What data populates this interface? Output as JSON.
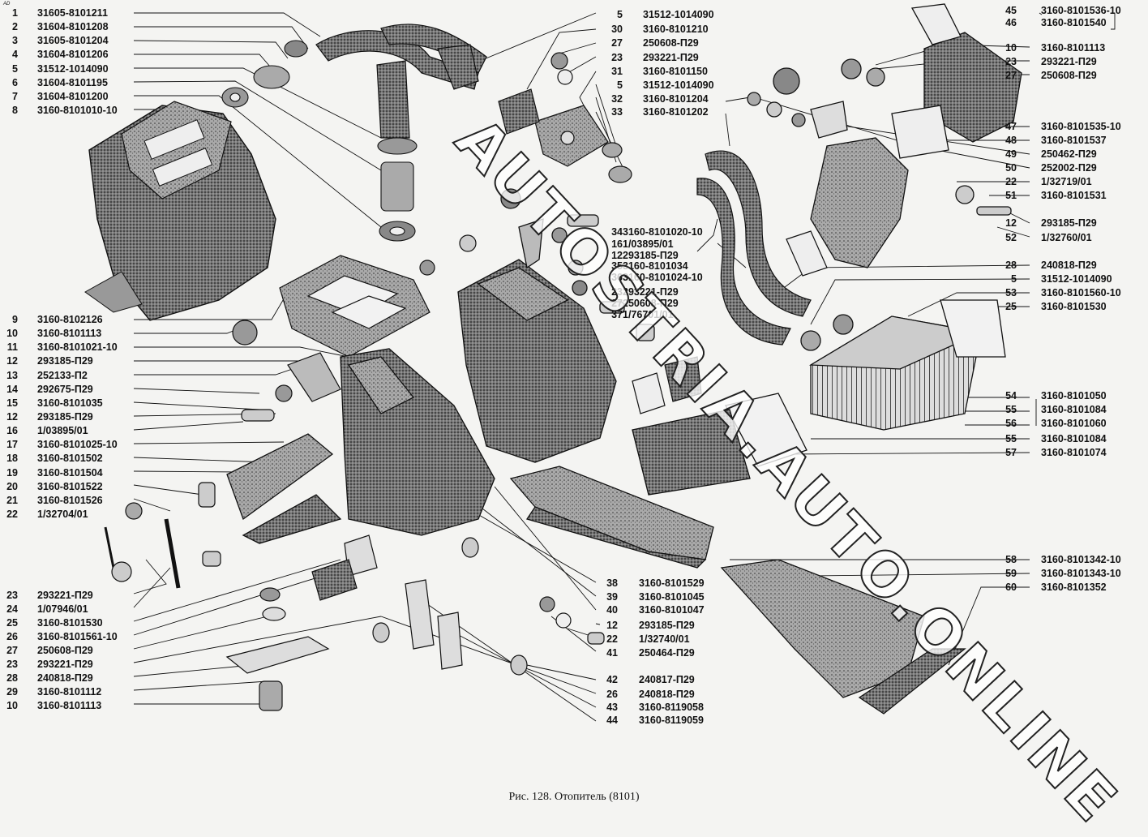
{
  "corner_mark": "AD",
  "caption": "Рис. 128. Отопитель (8101)",
  "watermark": "AUTOSTRIA.AUTO.ONLINE",
  "left_labels": [
    {
      "num": "1",
      "code": "31605-8101211"
    },
    {
      "num": "2",
      "code": "31604-8101208"
    },
    {
      "num": "3",
      "code": "31605-8101204"
    },
    {
      "num": "4",
      "code": "31604-8101206"
    },
    {
      "num": "5",
      "code": "31512-1014090"
    },
    {
      "num": "6",
      "code": "31604-8101195"
    },
    {
      "num": "7",
      "code": "31604-8101200"
    },
    {
      "num": "8",
      "code": "3160-8101010-10"
    },
    {
      "num": "9",
      "code": "3160-8102126"
    },
    {
      "num": "10",
      "code": "3160-8101113"
    },
    {
      "num": "11",
      "code": "3160-8101021-10"
    },
    {
      "num": "12",
      "code": "293185-П29"
    },
    {
      "num": "13",
      "code": "252133-П2"
    },
    {
      "num": "14",
      "code": "292675-П29"
    },
    {
      "num": "15",
      "code": "3160-8101035"
    },
    {
      "num": "12",
      "code": "293185-П29"
    },
    {
      "num": "16",
      "code": "1/03895/01"
    },
    {
      "num": "17",
      "code": "3160-8101025-10"
    },
    {
      "num": "18",
      "code": "3160-8101502"
    },
    {
      "num": "19",
      "code": "3160-8101504"
    },
    {
      "num": "20",
      "code": "3160-8101522"
    },
    {
      "num": "21",
      "code": "3160-8101526"
    },
    {
      "num": "22",
      "code": "1/32704/01"
    },
    {
      "num": "23",
      "code": "293221-П29"
    },
    {
      "num": "24",
      "code": "1/07946/01"
    },
    {
      "num": "25",
      "code": "3160-8101530"
    },
    {
      "num": "26",
      "code": "3160-8101561-10"
    },
    {
      "num": "27",
      "code": "250608-П29"
    },
    {
      "num": "23",
      "code": "293221-П29"
    },
    {
      "num": "28",
      "code": "240818-П29"
    },
    {
      "num": "29",
      "code": "3160-8101112"
    },
    {
      "num": "10",
      "code": "3160-8101113"
    }
  ],
  "mid_top_labels": [
    {
      "num": "5",
      "code": "31512-1014090"
    },
    {
      "num": "30",
      "code": "3160-8101210"
    },
    {
      "num": "27",
      "code": "250608-П29"
    },
    {
      "num": "23",
      "code": "293221-П29"
    },
    {
      "num": "31",
      "code": "3160-8101150"
    },
    {
      "num": "5",
      "code": "31512-1014090"
    },
    {
      "num": "32",
      "code": "3160-8101204"
    },
    {
      "num": "33",
      "code": "3160-8101202"
    }
  ],
  "mid_labels": [
    {
      "num": "34",
      "code": "3160-8101020-10"
    },
    {
      "num": "16",
      "code": "1/03895/01"
    },
    {
      "num": "12",
      "code": "293185-П29"
    },
    {
      "num": "35",
      "code": "3160-8101034"
    },
    {
      "num": "36",
      "code": "3160-8101024-10"
    },
    {
      "num": "23",
      "code": "293221-П29"
    },
    {
      "num": "27",
      "code": "250608-П29"
    },
    {
      "num": "37",
      "code": "1/76701/01"
    }
  ],
  "bottom_mid_labels": [
    {
      "num": "38",
      "code": "3160-8101529"
    },
    {
      "num": "39",
      "code": "3160-8101045"
    },
    {
      "num": "40",
      "code": "3160-8101047"
    },
    {
      "num": "12",
      "code": "293185-П29"
    },
    {
      "num": "22",
      "code": "1/32740/01"
    },
    {
      "num": "41",
      "code": "250464-П29"
    },
    {
      "num": "42",
      "code": "240817-П29"
    },
    {
      "num": "26",
      "code": "240818-П29"
    },
    {
      "num": "43",
      "code": "3160-8119058"
    },
    {
      "num": "44",
      "code": "3160-8119059"
    }
  ],
  "right_labels": [
    {
      "num": "45",
      "code": "3160-8101536-10"
    },
    {
      "num": "46",
      "code": "3160-8101540"
    },
    {
      "num": "10",
      "code": "3160-8101113"
    },
    {
      "num": "23",
      "code": "293221-П29"
    },
    {
      "num": "27",
      "code": "250608-П29"
    },
    {
      "num": "47",
      "code": "3160-8101535-10"
    },
    {
      "num": "48",
      "code": "3160-8101537"
    },
    {
      "num": "49",
      "code": "250462-П29"
    },
    {
      "num": "50",
      "code": "252002-П29"
    },
    {
      "num": "22",
      "code": "1/32719/01"
    },
    {
      "num": "51",
      "code": "3160-8101531"
    },
    {
      "num": "12",
      "code": "293185-П29"
    },
    {
      "num": "52",
      "code": "1/32760/01"
    },
    {
      "num": "28",
      "code": "240818-П29"
    },
    {
      "num": "5",
      "code": "31512-1014090"
    },
    {
      "num": "53",
      "code": "3160-8101560-10"
    },
    {
      "num": "25",
      "code": "3160-8101530"
    },
    {
      "num": "54",
      "code": "3160-8101050"
    },
    {
      "num": "55",
      "code": "3160-8101084"
    },
    {
      "num": "56",
      "code": "3160-8101060"
    },
    {
      "num": "55",
      "code": "3160-8101084"
    },
    {
      "num": "57",
      "code": "3160-8101074"
    },
    {
      "num": "58",
      "code": "3160-8101342-10"
    },
    {
      "num": "59",
      "code": "3160-8101343-10"
    },
    {
      "num": "60",
      "code": "3160-8101352"
    }
  ]
}
